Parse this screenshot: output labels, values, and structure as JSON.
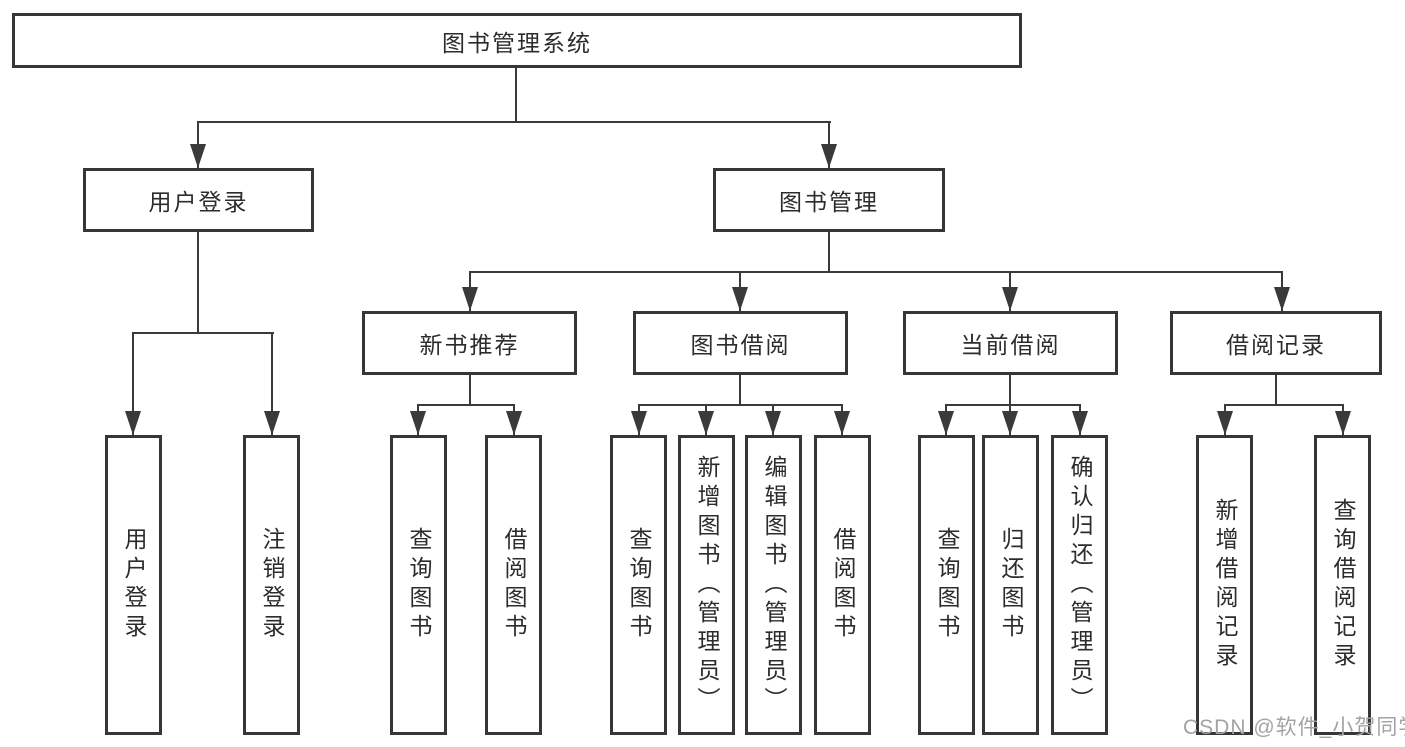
{
  "diagram": {
    "title_node": "图书管理系统",
    "level2": {
      "user_login": "用户登录",
      "book_management": "图书管理"
    },
    "level3": {
      "new_book_recommend": "新书推荐",
      "book_borrowing": "图书借阅",
      "current_borrowing": "当前借阅",
      "borrowing_records": "借阅记录"
    },
    "leaves": {
      "user_login": [
        "用户登录",
        "注销登录"
      ],
      "new_book_recommend": [
        "查询图书",
        "借阅图书"
      ],
      "book_borrowing": [
        "查询图书",
        "新增图书（管理员）",
        "编辑图书（管理员）",
        "借阅图书"
      ],
      "current_borrowing": [
        "查询图书",
        "归还图书",
        "确认归还（管理员）"
      ],
      "borrowing_records": [
        "新增借阅记录",
        "查询借阅记录"
      ]
    },
    "watermark": "CSDN @软件_小贺同学",
    "colors": {
      "line": "#3a3a3a",
      "border": "#363636",
      "text": "#2c2c2c",
      "watermark": "#a3a3a3",
      "background": "#ffffff"
    }
  }
}
